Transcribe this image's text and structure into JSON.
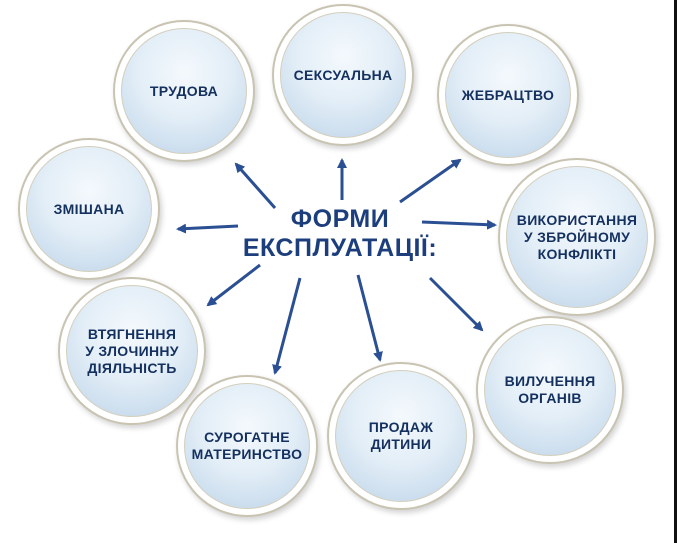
{
  "title": {
    "line1": "ФОРМИ",
    "line2": "ЕКСПЛУАТАЦІЇ:"
  },
  "forms": [
    {
      "id": "trudova",
      "label": "ТРУДОВА"
    },
    {
      "id": "seksualna",
      "label": "СЕКСУАЛЬНА"
    },
    {
      "id": "zhebratstvo",
      "label": "ЖЕБРАЦТВО"
    },
    {
      "id": "zmishana",
      "label": "ЗМІШАНА"
    },
    {
      "id": "vykorystannia",
      "label": "ВИКОРИСТАННЯ\nУ ЗБРОЙНОМУ\nКОНФЛІКТІ"
    },
    {
      "id": "vtiahnennia",
      "label": "ВТЯГНЕННЯ\nУ ЗЛОЧИННУ\nДІЯЛЬНІСТЬ"
    },
    {
      "id": "vyluchennia",
      "label": "ВИЛУЧЕННЯ\nОРГАНІВ"
    },
    {
      "id": "surohatne",
      "label": "СУРОГАТНЕ\nМАТЕРИНСТВО"
    },
    {
      "id": "prodazh",
      "label": "ПРОДАЖ\nДИТИНИ"
    }
  ],
  "colors": {
    "arrow": "#2b4f93",
    "text": "#14305f",
    "title": "#1d3e7c"
  }
}
